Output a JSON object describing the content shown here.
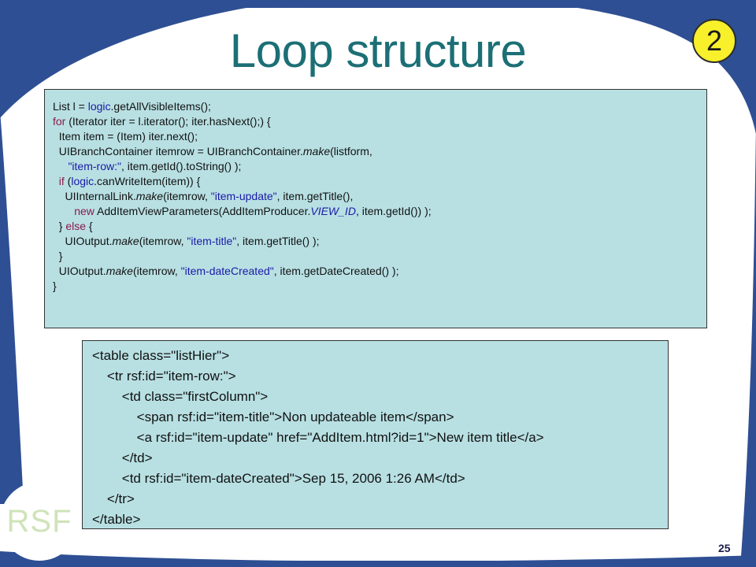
{
  "slide": {
    "title": "Loop structure",
    "badge": "2",
    "page_number": "25",
    "logo_text": "RSF"
  },
  "colors": {
    "title": "#1b6f75",
    "box_bg": "#b8e0e3",
    "frame_blue": "#2e4f93",
    "badge_bg": "#f7f02a",
    "keyword": "#8b1a4a",
    "identifier": "#1a1aa8"
  },
  "java_code": {
    "l1_a": "List l = ",
    "l1_b": "logic",
    "l1_c": ".getAllVisibleItems();",
    "l2_a": "for",
    "l2_b": " (Iterator iter = l.iterator(); iter.hasNext();) {",
    "l3": "  Item item = (Item) iter.next();",
    "l4_a": "  UIBranchContainer itemrow = UIBranchContainer.",
    "l4_b": "make",
    "l4_c": "(listform,",
    "l5_a": "     ",
    "l5_b": "\"item-row:\"",
    "l5_c": ", item.getId().toString() );",
    "l6_a": "  ",
    "l6_b": "if",
    "l6_c": " (",
    "l6_d": "logic",
    "l6_e": ".canWriteItem(item)) {",
    "l7_a": "    UIInternalLink.",
    "l7_b": "make",
    "l7_c": "(itemrow, ",
    "l7_d": "\"item-update\"",
    "l7_e": ", item.getTitle(),",
    "l8_a": "       ",
    "l8_b": "new",
    "l8_c": " AddItemViewParameters(AddItemProducer.",
    "l8_d": "VIEW_ID",
    "l8_e": ", item.getId()) );",
    "l9_a": "  } ",
    "l9_b": "else",
    "l9_c": " {",
    "l10_a": "    UIOutput.",
    "l10_b": "make",
    "l10_c": "(itemrow, ",
    "l10_d": "\"item-title\"",
    "l10_e": ", item.getTitle() );",
    "l11": "  }",
    "l12_a": "  UIOutput.",
    "l12_b": "make",
    "l12_c": "(itemrow, ",
    "l12_d": "\"item-dateCreated\"",
    "l12_e": ", item.getDateCreated() );",
    "l13": "}"
  },
  "html_code": {
    "l1": "<table class=\"listHier\">",
    "l2": "    <tr rsf:id=\"item-row:\">",
    "l3": "        <td class=\"firstColumn\">",
    "l4": "            <span rsf:id=\"item-title\">Non updateable item</span>",
    "l5": "            <a rsf:id=\"item-update\" href=\"AddItem.html?id=1\">New item title</a>",
    "l6": "        </td>",
    "l7": "        <td rsf:id=\"item-dateCreated\">Sep 15, 2006 1:26 AM</td>",
    "l8": "    </tr>",
    "l9": "</table>"
  }
}
